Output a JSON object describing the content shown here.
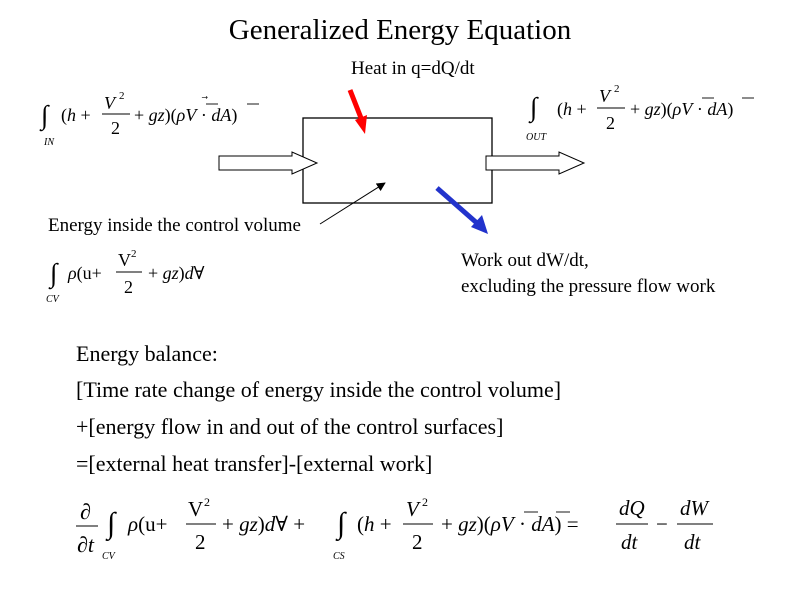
{
  "title": "Generalized Energy Equation",
  "labels": {
    "heat_in": "Heat in q=dQ/dt",
    "energy_inside": "Energy inside the control volume",
    "work_out_line1": "Work out dW/dt,",
    "work_out_line2": "excluding the pressure flow work"
  },
  "integral_subscripts": {
    "in": "IN",
    "out": "OUT",
    "cv": "CV",
    "cs": "CS"
  },
  "body": {
    "line1": "Energy balance:",
    "line2": "[Time rate change of energy inside the control volume]",
    "line3": "+[energy flow in and out of the control surfaces]",
    "line4": "=[external heat transfer]-[external work]"
  },
  "colors": {
    "heat_arrow": "#ff0000",
    "work_arrow": "#2233cc",
    "outline": "#000000"
  },
  "icons": {
    "heat_arrow": "red-arrow-icon",
    "work_arrow": "blue-arrow-icon",
    "inflow_arrow": "block-arrow-right-icon",
    "outflow_arrow": "block-arrow-right-icon"
  }
}
